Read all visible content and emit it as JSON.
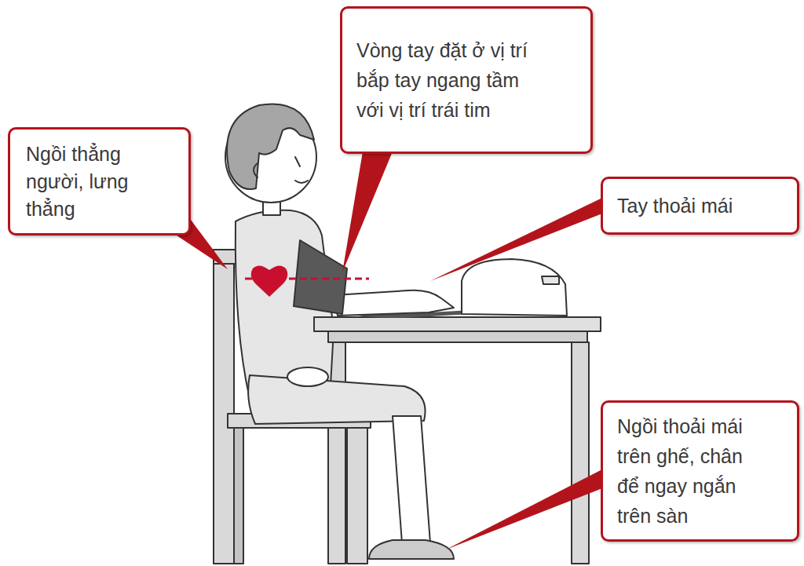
{
  "diagram": {
    "nodes": [
      {
        "text": [
          "Vòng tay đặt ở vị trí bắp tay ngang tầm với vị trí trái tim"
        ]
      },
      {
        "text": [
          "Ngồi thẳng người, lưng thẳng"
        ]
      },
      {
        "text": [
          "Tay thoải mái"
        ]
      },
      {
        "text": [
          "Ngồi thoải mái trên ghế, chân để ngay ngắn trên sàn"
        ]
      }
    ]
  }
}
